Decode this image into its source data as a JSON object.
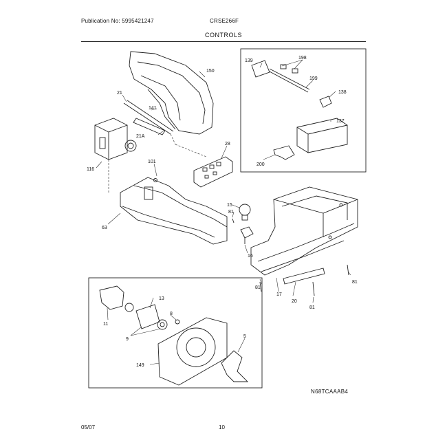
{
  "header": {
    "publication": "Publication No: 5995421247",
    "model": "CRSE266F",
    "section": "CONTROLS"
  },
  "footer": {
    "date": "05/07",
    "page": "10"
  },
  "diagram_code": "N68TCAAAB4",
  "callouts": {
    "c139": "139",
    "c198": "198",
    "c199": "199",
    "c138": "138",
    "c137": "137",
    "c200": "200",
    "c150": "150",
    "c21": "21",
    "c141": "141",
    "c21a": "21A",
    "c116": "116",
    "c28": "28",
    "c101": "101",
    "c63": "63",
    "c15": "15",
    "c81a": "81",
    "c16": "16",
    "c81b": "81",
    "c81c": "81",
    "c17": "17",
    "c20": "20",
    "c81d": "81",
    "c13": "13",
    "c11": "11",
    "c8": "8",
    "c9": "9",
    "c5": "5",
    "c149": "149"
  }
}
